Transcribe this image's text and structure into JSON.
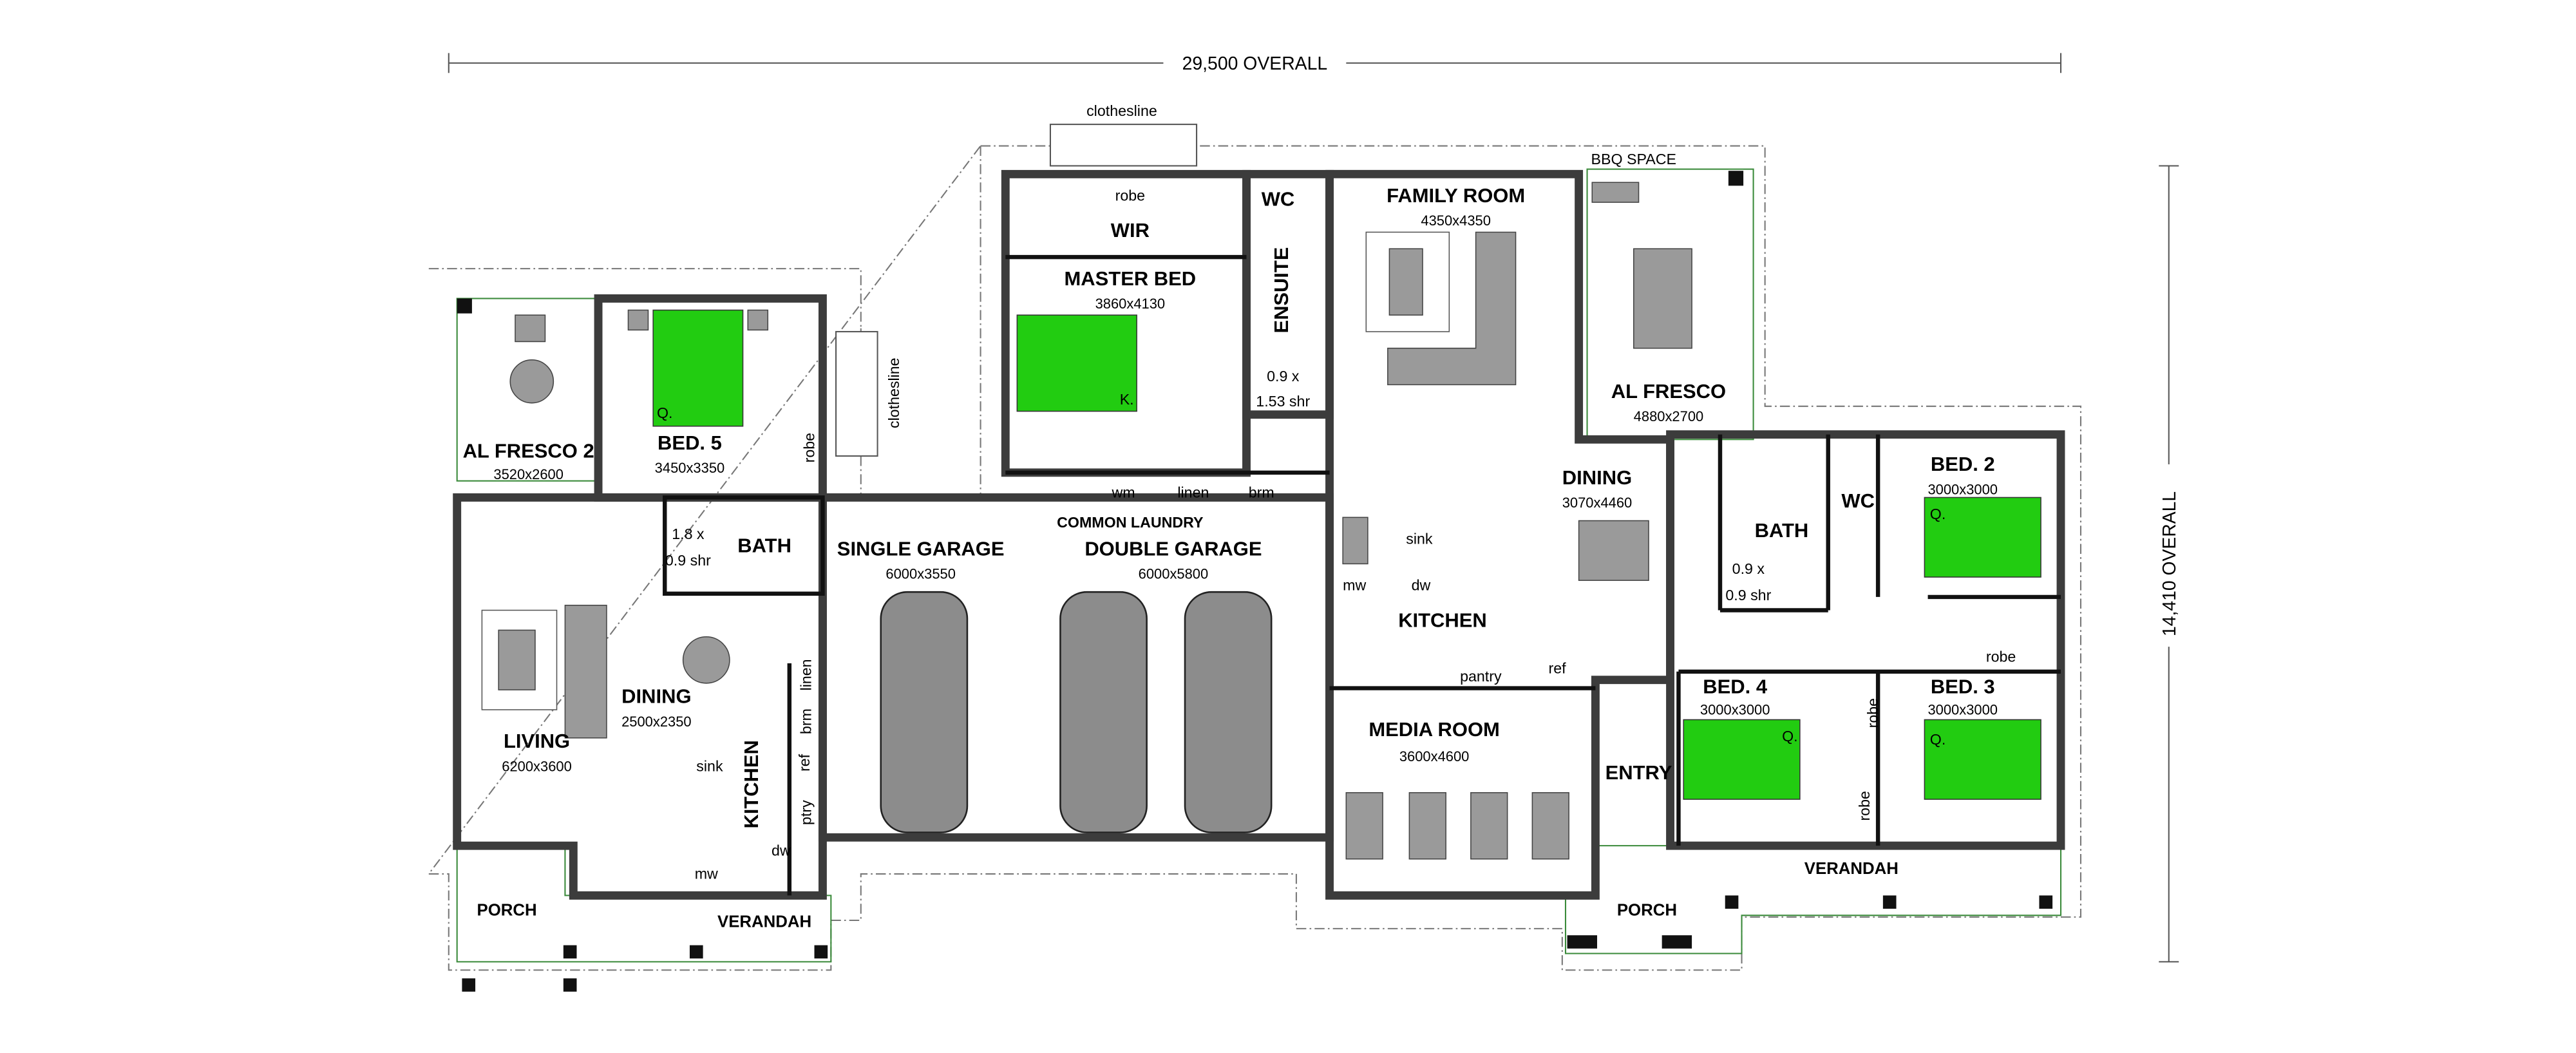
{
  "overall": {
    "width": "29,500 OVERALL",
    "depth": "14,410 OVERALL"
  },
  "rooms": {
    "al_fresco_2": {
      "name": "AL FRESCO 2",
      "dims": "3520x2600"
    },
    "bed5": {
      "name": "BED. 5",
      "dims": "3450x3350"
    },
    "master": {
      "name": "MASTER BED",
      "dims": "3860x4130"
    },
    "wir": {
      "name": "WIR"
    },
    "ensuite": {
      "name": "ENSUITE"
    },
    "wc_master": {
      "name": "WC"
    },
    "family": {
      "name": "FAMILY ROOM",
      "dims": "4350x4350"
    },
    "al_fresco": {
      "name": "AL FRESCO",
      "dims": "4880x2700"
    },
    "dining_main": {
      "name": "DINING",
      "dims": "3070x4460"
    },
    "bath_main": {
      "name": "BATH"
    },
    "wc_main": {
      "name": "WC"
    },
    "bed2": {
      "name": "BED. 2",
      "dims": "3000x3000"
    },
    "bed3": {
      "name": "BED. 3",
      "dims": "3000x3000"
    },
    "bed4": {
      "name": "BED. 4",
      "dims": "3000x3000"
    },
    "entry": {
      "name": "ENTRY"
    },
    "media": {
      "name": "MEDIA ROOM",
      "dims": "3600x4600"
    },
    "kitchen_main": {
      "name": "KITCHEN"
    },
    "laundry": {
      "name": "COMMON LAUNDRY"
    },
    "single_garage": {
      "name": "SINGLE GARAGE",
      "dims": "6000x3550"
    },
    "double_garage": {
      "name": "DOUBLE GARAGE",
      "dims": "6000x5800"
    },
    "bath_left": {
      "name": "BATH"
    },
    "dining_left": {
      "name": "DINING",
      "dims": "2500x2350"
    },
    "living": {
      "name": "LIVING",
      "dims": "6200x3600"
    },
    "kitchen_left": {
      "name": "KITCHEN"
    },
    "porch_left": {
      "name": "PORCH"
    },
    "verandah_left": {
      "name": "VERANDAH"
    },
    "porch_right": {
      "name": "PORCH"
    },
    "verandah_right": {
      "name": "VERANDAH"
    }
  },
  "fixtures": {
    "clothesline_top": "clothesline",
    "clothesline_side": "clothesline",
    "bbq": "BBQ SPACE",
    "robe": "robe",
    "linen": "linen",
    "brm": "brm",
    "wm": "wm",
    "sink": "sink",
    "dw": "dw",
    "mw": "mw",
    "ref": "ref",
    "pantry": "pantry",
    "ptry": "ptry",
    "shr_left_1": "1.8 x",
    "shr_left_2": "0.9 shr",
    "shr_ens_1": "0.9 x",
    "shr_ens_2": "1.53 shr",
    "shr_main_1": "0.9 x",
    "shr_main_2": "0.9 shr",
    "queen": "Q.",
    "king": "K."
  },
  "colors": {
    "bed": "#22cc11",
    "wall": "#3c3c3c",
    "furniture": "#9a9a9a"
  }
}
